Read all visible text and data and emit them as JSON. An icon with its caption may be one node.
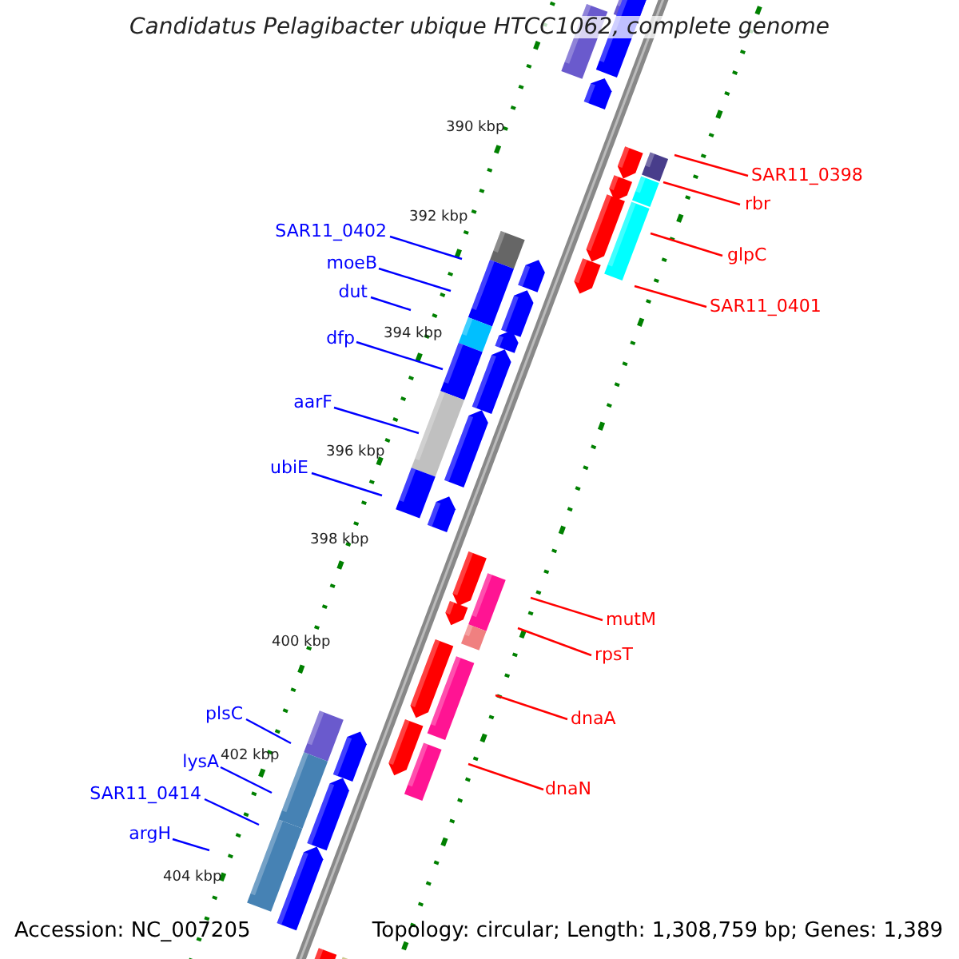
{
  "diagram": {
    "title": "Candidatus Pelagibacter ubique HTCC1062, complete genome",
    "nodes": [
      {
        "text": [
          "SAR11_0398"
        ]
      },
      {
        "text": [
          "rbr"
        ]
      },
      {
        "text": [
          "glpC"
        ]
      },
      {
        "text": [
          "SAR11_0401"
        ]
      },
      {
        "text": [
          "SAR11_0402"
        ]
      },
      {
        "text": [
          "moeB"
        ]
      },
      {
        "text": [
          "dut"
        ]
      },
      {
        "text": [
          "dfp"
        ]
      },
      {
        "text": [
          "aarF"
        ]
      },
      {
        "text": [
          "ubiE"
        ]
      },
      {
        "text": [
          "mutM"
        ]
      },
      {
        "text": [
          "rpsT"
        ]
      },
      {
        "text": [
          "dnaA"
        ]
      },
      {
        "text": [
          "dnaN"
        ]
      },
      {
        "text": [
          "plsC"
        ]
      },
      {
        "text": [
          "lysA"
        ]
      },
      {
        "text": [
          "SAR11_0414"
        ]
      },
      {
        "text": [
          "argH"
        ]
      }
    ],
    "edges": [
      {
        "from": 0,
        "to": null,
        "arrow": "none",
        "color": "#ff0000"
      },
      {
        "from": 1,
        "to": null,
        "arrow": "none",
        "color": "#ff0000"
      },
      {
        "from": 2,
        "to": null,
        "arrow": "none",
        "color": "#ff0000"
      },
      {
        "from": 3,
        "to": null,
        "arrow": "none",
        "color": "#ff0000"
      },
      {
        "from": 4,
        "to": null,
        "arrow": "none"
      },
      {
        "from": 5,
        "to": null,
        "arrow": "none"
      },
      {
        "from": 6,
        "to": null,
        "arrow": "none"
      },
      {
        "from": 7,
        "to": null,
        "arrow": "none"
      },
      {
        "from": 8,
        "to": null,
        "arrow": "none"
      },
      {
        "from": 9,
        "to": null,
        "arrow": "none"
      },
      {
        "from": 10,
        "to": null,
        "arrow": "none",
        "color": "#ff0000"
      },
      {
        "from": 11,
        "to": null,
        "arrow": "none",
        "color": "#ff0000"
      },
      {
        "from": 12,
        "to": null,
        "arrow": "none",
        "color": "#ff0000"
      },
      {
        "from": 13,
        "to": null,
        "arrow": "none",
        "color": "#ff0000"
      },
      {
        "from": 14,
        "to": null,
        "arrow": "none"
      },
      {
        "from": 15,
        "to": null,
        "arrow": "none"
      },
      {
        "from": 16,
        "to": null,
        "arrow": "none"
      },
      {
        "from": 17,
        "to": null,
        "arrow": "none"
      }
    ],
    "labels": [
      "390 kbp",
      "392 kbp",
      "394 kbp",
      "396 kbp",
      "398 kbp",
      "400 kbp",
      "402 kbp",
      "404 kbp",
      "Accession: NC_007205",
      "Topology: circular; Length: 1,308,759 bp; Genes: 1,389"
    ]
  }
}
